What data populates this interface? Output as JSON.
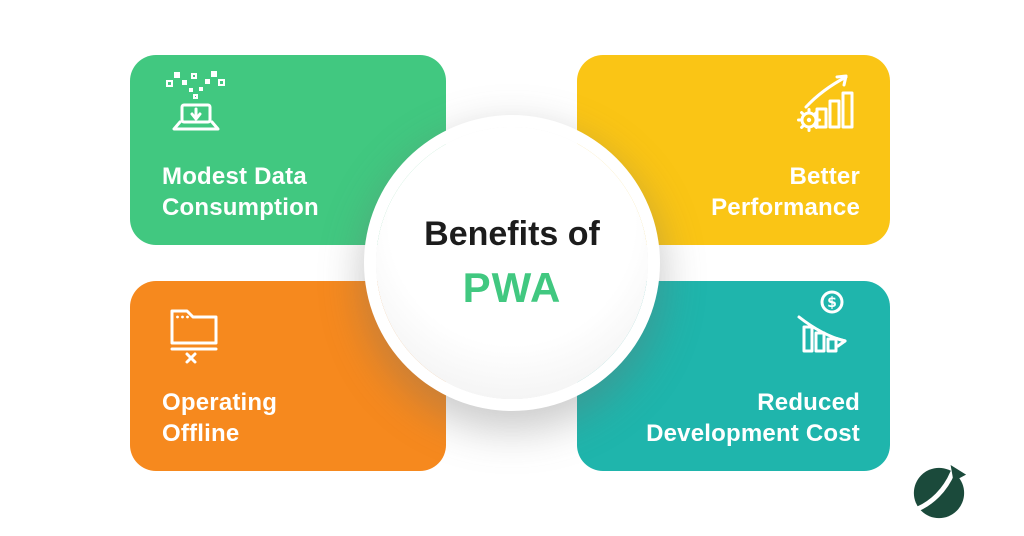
{
  "center": {
    "line1": "Benefits of",
    "line2": "PWA",
    "text_color": "#1C1C1C",
    "accent_color": "#41C880"
  },
  "cards": [
    {
      "name": "Modest Data Consumption",
      "lines": [
        "Modest Data",
        "Consumption"
      ],
      "color": "#41C880",
      "icon": "data-consumption-icon",
      "position": "top-left"
    },
    {
      "name": "Better Performance",
      "lines": [
        "Better",
        "Performance"
      ],
      "color": "#FAC515",
      "icon": "performance-growth-icon",
      "position": "top-right"
    },
    {
      "name": "Operating Offline",
      "lines": [
        "Operating",
        "Offline"
      ],
      "color": "#F6891E",
      "icon": "offline-folder-icon",
      "position": "bottom-left"
    },
    {
      "name": "Reduced Development Cost",
      "lines": [
        "Reduced",
        "Development Cost"
      ],
      "color": "#1FB5AC",
      "icon": "cost-reduction-icon",
      "position": "bottom-right"
    }
  ],
  "logo": {
    "name": "spartan-helmet-logo",
    "color": "#1B4A3B"
  },
  "text_color_on_cards": "#FFFFFF",
  "background_color": "#FFFFFF"
}
